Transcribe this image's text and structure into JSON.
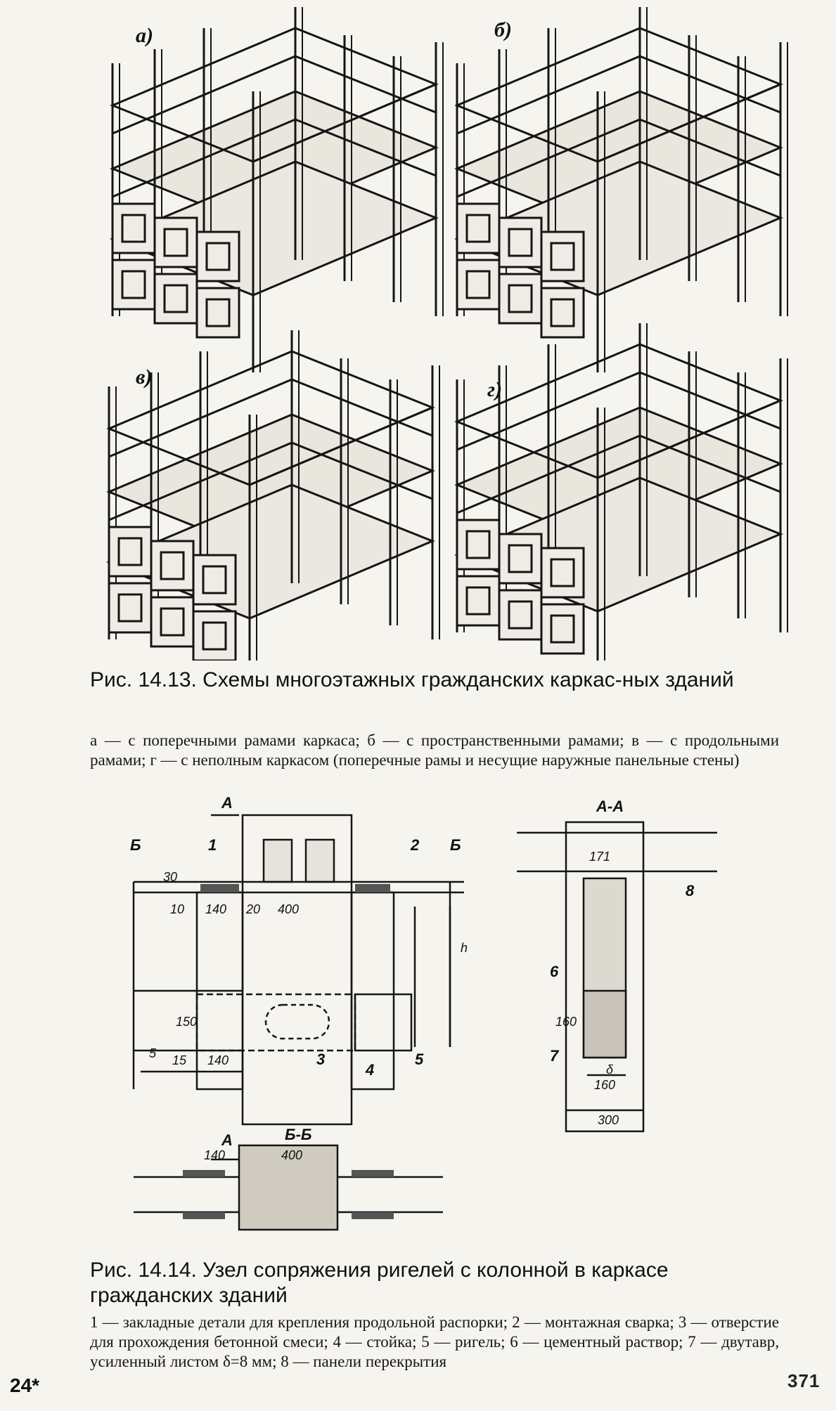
{
  "figure_14_13": {
    "panel_labels": [
      "а)",
      "б)",
      "в)",
      "г)"
    ],
    "caption_title": "Рис. 14.13. Схемы многоэтажных гражданских каркас-ных зданий",
    "caption_body": "а — с поперечными рамами каркаса; б — с пространственными рамами; в — с продольными рамами; г — с неполным каркасом (поперечные рамы и несущие наружные панельные стены)"
  },
  "figure_14_14": {
    "section_labels": {
      "a_top": "А",
      "a_bottom": "А",
      "b_left": "Б",
      "b_right": "Б",
      "aa": "А-А",
      "bb": "Б-Б"
    },
    "dimensions": {
      "d30": "30",
      "d10": "10",
      "d140a": "140",
      "d20": "20",
      "d400a": "400",
      "dh": "h",
      "d150": "150",
      "d5": "5",
      "d15": "15",
      "d140b": "140",
      "d171": "171",
      "d160v": "160",
      "d160": "160",
      "d300": "300",
      "ddelta": "δ",
      "d140c": "140",
      "d400b": "400"
    },
    "refs": {
      "r1": "1",
      "r2": "2",
      "r3": "3",
      "r4": "4",
      "r5": "5",
      "r6": "6",
      "r7": "7",
      "r8": "8"
    },
    "caption_title": "Рис. 14.14. Узел сопряжения ригелей с колонной в каркасе гражданских зданий",
    "caption_body": "1 — закладные детали для крепления продольной распорки; 2 — монтажная сварка; 3 — отверстие для прохождения бетонной смеси; 4 — стойка; 5 — ригель; 6 — цементный раствор; 7 — двутавр, усиленный листом δ=8 мм; 8 — панели перекрытия"
  },
  "page_number": "24*",
  "stamp_text": "371"
}
